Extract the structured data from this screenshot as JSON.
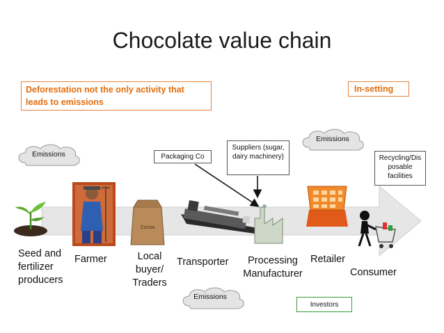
{
  "title": "Chocolate value chain",
  "note_left": "Deforestation not the only activity that leads to emissions",
  "note_right": "In-setting",
  "stages": {
    "seed": "Seed and fertilizer producers",
    "farmer": "Farmer",
    "local": "Local buyer/ Traders",
    "transporter": "Transporter",
    "processing": "Processing Manufacturer",
    "retailer": "Retailer",
    "consumer": "Consumer"
  },
  "boxes": {
    "packaging": "Packaging Co",
    "suppliers": "Suppliers (sugar, dairy machinery)",
    "recycling": "Recycling/Dis posable facilities",
    "investors": "Investors"
  },
  "clouds": {
    "left": "Emissions",
    "top_right": "Emissions",
    "bottom": "Emissions"
  },
  "bag_text": "Cocoa",
  "colors": {
    "accent_orange": "#e36c0a",
    "investors_border": "#3a9a3a",
    "arrow_gray": "#d9d9d9"
  }
}
